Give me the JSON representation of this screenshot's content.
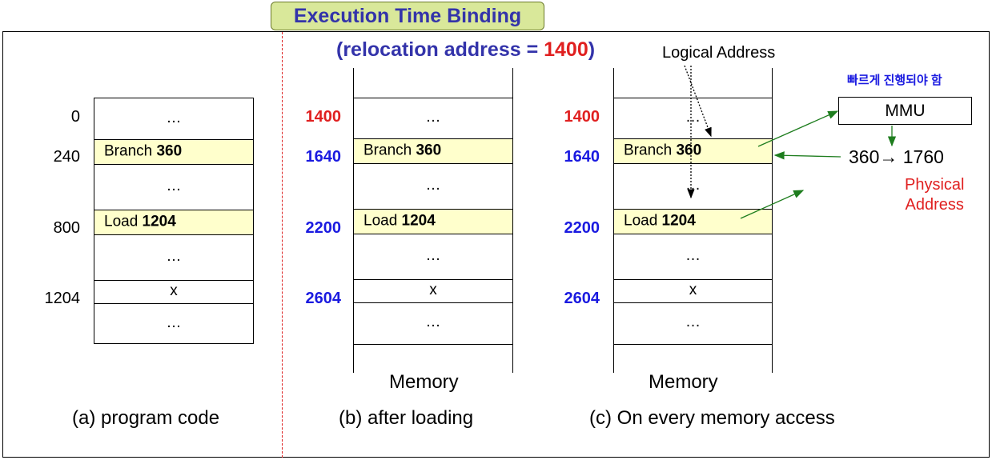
{
  "title": "Execution Time Binding",
  "relocation": {
    "prefix": "(relocation address = ",
    "value": "1400",
    "suffix": ")"
  },
  "panels": [
    {
      "caption": "(a) program code",
      "memory_label": "",
      "addresses": [
        "0",
        "240",
        "800",
        "1204"
      ],
      "cells": [
        {
          "pre": "…",
          "bold": ""
        },
        {
          "pre": "Branch ",
          "bold": "360"
        },
        {
          "pre": "…",
          "bold": ""
        },
        {
          "pre": "Load ",
          "bold": "1204"
        },
        {
          "pre": "…",
          "bold": ""
        },
        {
          "pre": "x",
          "bold": ""
        },
        {
          "pre": "…",
          "bold": ""
        }
      ]
    },
    {
      "caption": "(b) after loading",
      "memory_label": "Memory",
      "addresses": [
        "1400",
        "1640",
        "2200",
        "2604"
      ],
      "cells": [
        {
          "pre": "…",
          "bold": ""
        },
        {
          "pre": "Branch ",
          "bold": "360"
        },
        {
          "pre": "…",
          "bold": ""
        },
        {
          "pre": "Load ",
          "bold": "1204"
        },
        {
          "pre": "…",
          "bold": ""
        },
        {
          "pre": "x",
          "bold": ""
        },
        {
          "pre": "…",
          "bold": ""
        }
      ]
    },
    {
      "caption": "(c) On every memory access",
      "memory_label": "Memory",
      "addresses": [
        "1400",
        "1640",
        "2200",
        "2604"
      ],
      "cells": [
        {
          "pre": "…",
          "bold": ""
        },
        {
          "pre": "Branch ",
          "bold": "360"
        },
        {
          "pre": "…",
          "bold": ""
        },
        {
          "pre": "Load ",
          "bold": "1204"
        },
        {
          "pre": "…",
          "bold": ""
        },
        {
          "pre": "x",
          "bold": ""
        },
        {
          "pre": "…",
          "bold": ""
        }
      ]
    }
  ],
  "logical_address_label": "Logical Address",
  "korean_note": "빠르게 진행되야 함",
  "mmu_label": "MMU",
  "mapping": "360→ 1760",
  "physical_address_label": [
    "Physical",
    "Address"
  ],
  "colors": {
    "title_bg": "#d9e89a",
    "title_text": "#3333aa",
    "highlight": "#ffffcc",
    "red": "#e02020",
    "blue": "#1a1ae0",
    "arrow_green": "#1e7d1e"
  }
}
